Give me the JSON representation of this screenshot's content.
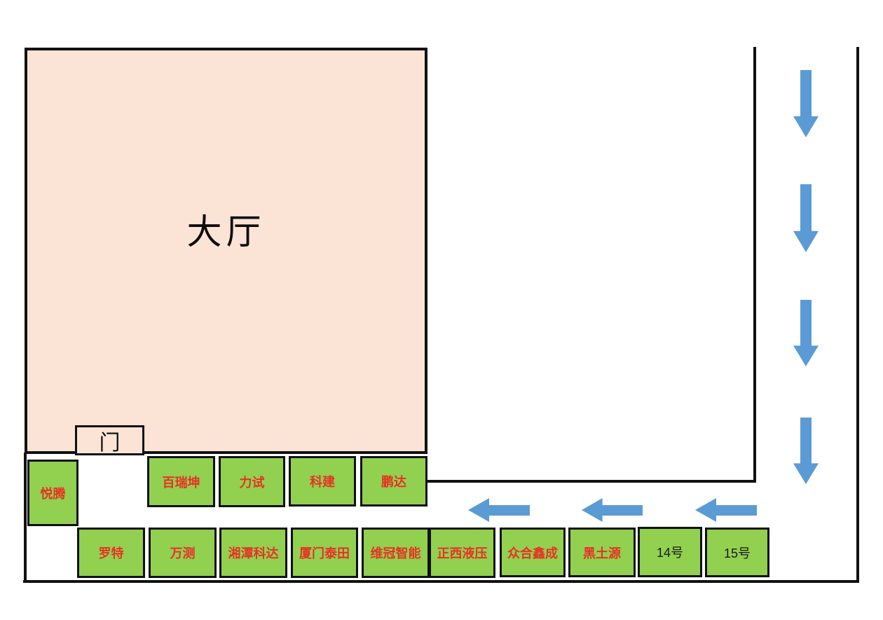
{
  "hall": {
    "label": "大厅"
  },
  "door": {
    "label": "门"
  },
  "booths_top": [
    {
      "label": "悦腾"
    },
    {
      "label": "百瑞坤"
    },
    {
      "label": "力试"
    },
    {
      "label": "科建"
    },
    {
      "label": "鹏达"
    }
  ],
  "booths_bottom": [
    {
      "label": "罗特"
    },
    {
      "label": "万测"
    },
    {
      "label": "湘潭科达"
    },
    {
      "label": "厦门泰田"
    },
    {
      "label": "维冠智能"
    },
    {
      "label": "正西液压"
    },
    {
      "label": "众合鑫成"
    },
    {
      "label": "黑土源"
    },
    {
      "label": "14号"
    },
    {
      "label": "15号"
    }
  ],
  "flow": {
    "right_corridor_down_arrows": 4,
    "bottom_corridor_left_arrows": 3
  },
  "colors": {
    "hall_fill": "#fbe4d5",
    "booth_fill": "#92d050",
    "booth_label_red": "#e63323",
    "booth_label_black": "#1a1a1a",
    "arrow_blue": "#5b9bd5",
    "wall_black": "#111111"
  }
}
